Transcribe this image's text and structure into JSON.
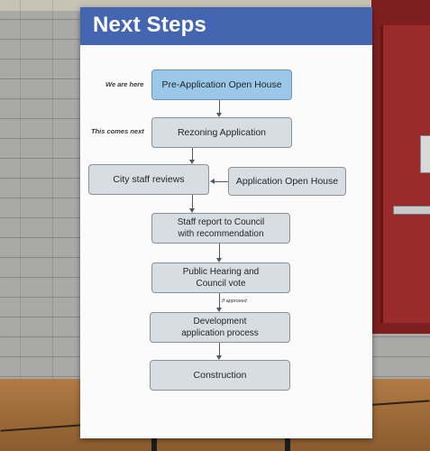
{
  "poster": {
    "title": "Next Steps",
    "notes": {
      "we_are_here": "We are here",
      "this_comes_next": "This comes next",
      "if_approved": "If approved"
    },
    "steps": {
      "pre_application": "Pre-Application Open House",
      "rezoning": "Rezoning Application",
      "city_staff": "City staff reviews",
      "application_open_house": "Application Open House",
      "staff_report": "Staff report to Council with recommendation",
      "public_hearing": "Public Hearing and Council vote",
      "development": "Development application process",
      "construction": "Construction"
    }
  },
  "colors": {
    "header": "#4466b1",
    "current_step": "#9bc8e9",
    "step": "#d6dde3",
    "door": "#7d1f1f"
  }
}
